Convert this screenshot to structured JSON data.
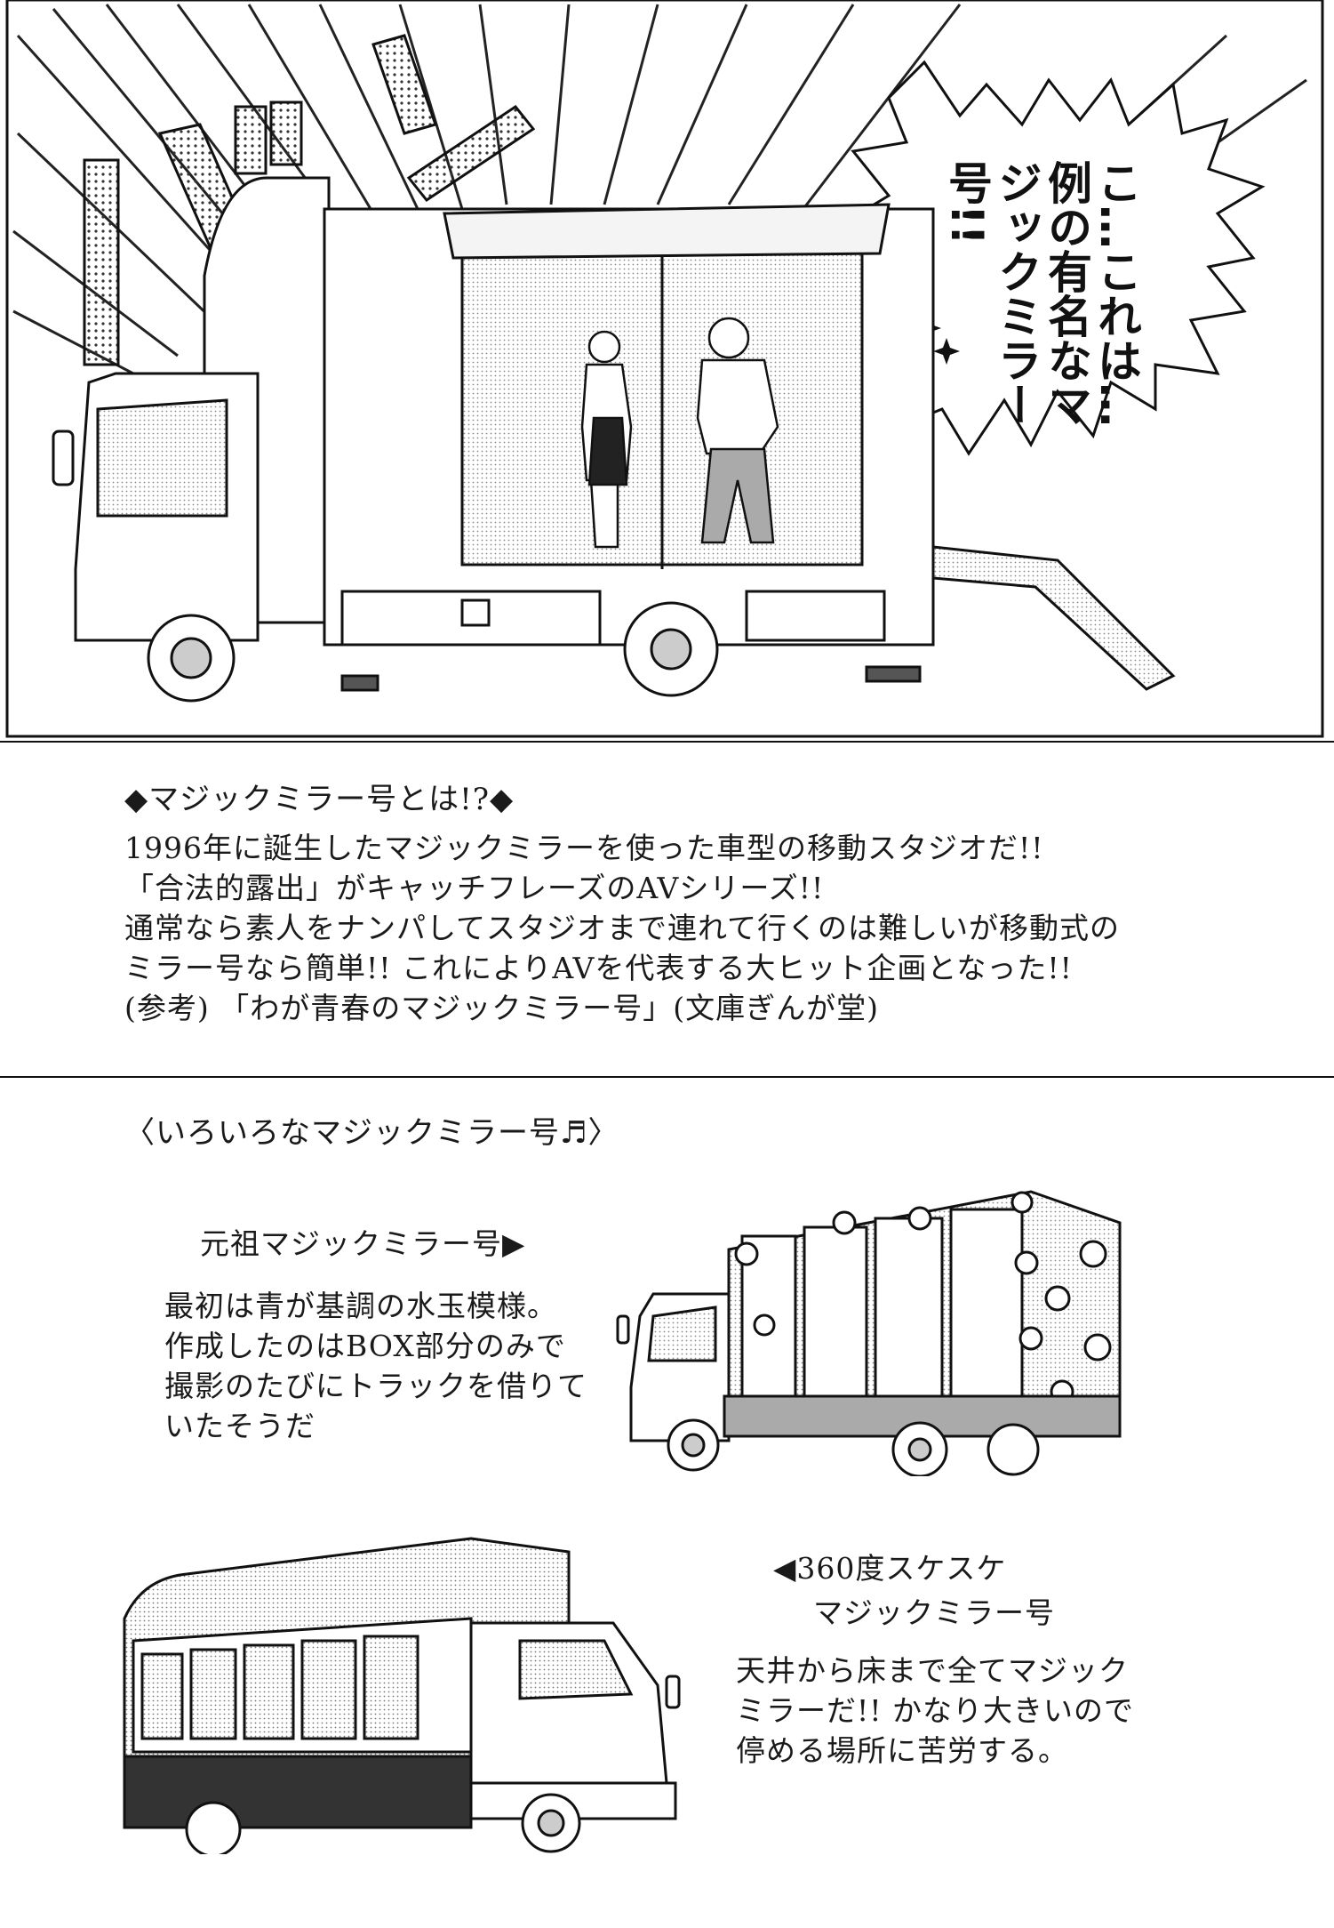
{
  "speech_bubble": {
    "text": "こ…これは…例の有名なマジックミラー号!!"
  },
  "info_box": {
    "heading": "◆マジックミラー号とは!?◆",
    "lines": [
      "1996年に誕生したマジックミラーを使った車型の移動スタジオだ!!",
      "「合法的露出」がキャッチフレーズのAVシリーズ!!",
      "通常なら素人をナンパしてスタジオまで連れて行くのは難しいが移動式の",
      "ミラー号なら簡単!! これによりAVを代表する大ヒット企画となった!!",
      "(参考) 「わが青春のマジックミラー号」(文庫ぎんが堂)"
    ]
  },
  "variants": {
    "heading": "〈いろいろなマジックミラー号♬〉",
    "original": {
      "title": "元祖マジックミラー号▶",
      "lines": [
        "最初は青が基調の水玉模様。",
        "作成したのはBOX部分のみで",
        "撮影のたびにトラックを借りて",
        "いたそうだ"
      ]
    },
    "see_through": {
      "title_line1": "◀360度スケスケ",
      "title_line2": "マジックミラー号",
      "lines": [
        "天井から床まで全てマジック",
        "ミラーだ!! かなり大きいので",
        "停める場所に苦労する。"
      ]
    }
  }
}
